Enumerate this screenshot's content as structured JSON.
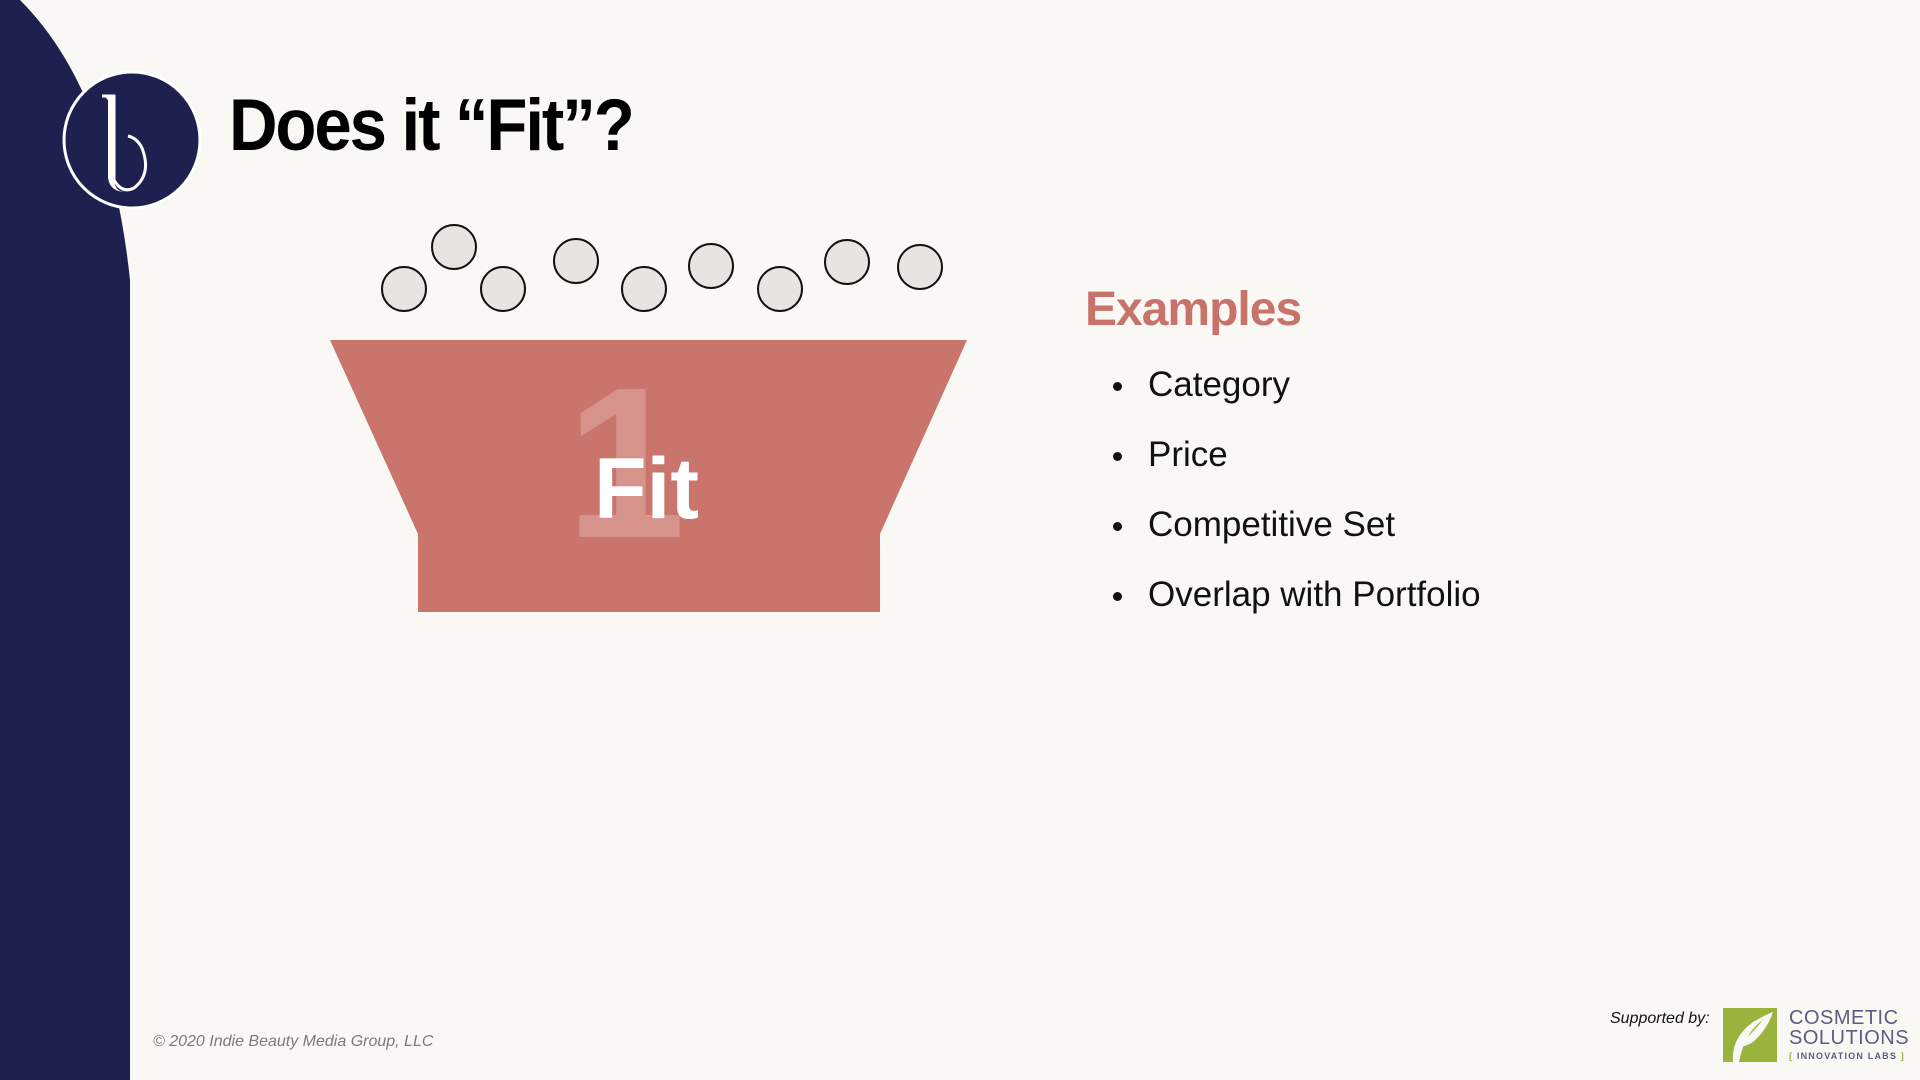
{
  "title": "Does it “Fit”?",
  "funnel": {
    "label": "Fit",
    "step_number": "1",
    "ball_count": 9
  },
  "examples": {
    "heading": "Examples",
    "items": [
      "Category",
      "Price",
      "Competitive Set",
      "Overlap with Portfolio"
    ]
  },
  "footer": {
    "copyright": "© 2020 Indie Beauty Media Group, LLC",
    "supported_by": "Supported by:",
    "sponsor_line1": "COSMETIC",
    "sponsor_line2": "SOLUTIONS",
    "sponsor_line3": "INNOVATION LABS",
    "bracket_open": "[",
    "bracket_close": "]"
  },
  "colors": {
    "navy": "#1e2150",
    "accent": "#c9756c",
    "background": "#f9f8f5",
    "sponsor_green": "#9ab33d"
  }
}
